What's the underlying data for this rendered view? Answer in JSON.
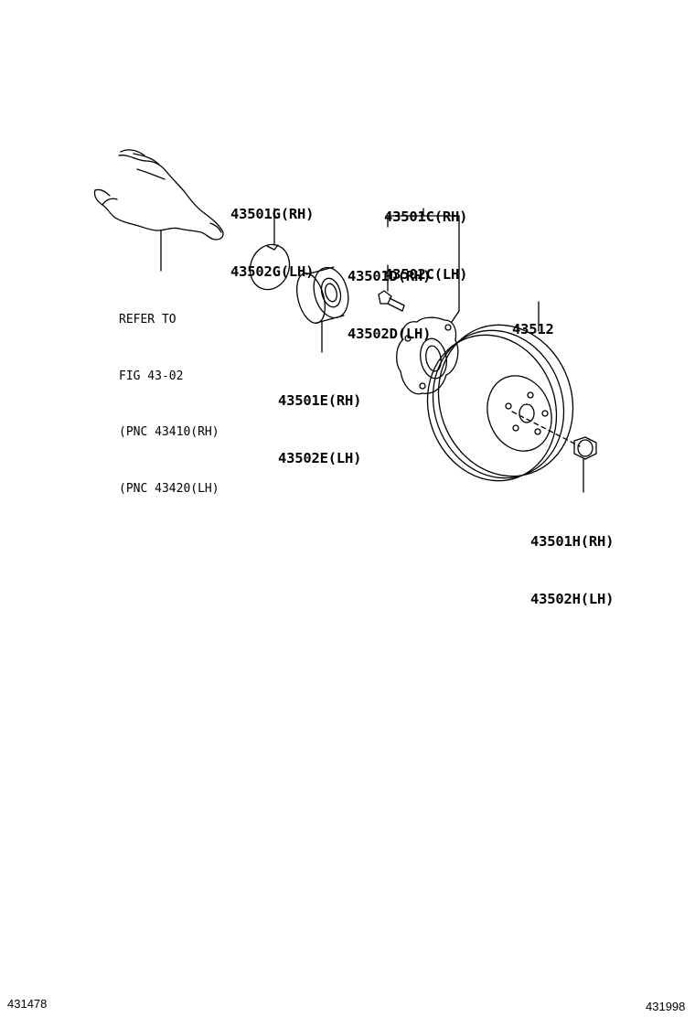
{
  "callouts": {
    "snap_ring": {
      "rh": "43501G(RH)",
      "lh": "43502G(LH)"
    },
    "hub": {
      "rh": "43501C(RH)",
      "lh": "43502C(LH)"
    },
    "hub_bolt": {
      "rh": "43501D(RH)",
      "lh": "43502D(LH)"
    },
    "disc": {
      "part": "43512"
    },
    "bearing": {
      "rh": "43501E(RH)",
      "lh": "43502E(LH)"
    },
    "nut": {
      "rh": "43501H(RH)",
      "lh": "43502H(LH)"
    }
  },
  "reference_note": {
    "line1": "REFER TO",
    "line2": "FIG 43-02",
    "line3": "(PNC 43410(RH)",
    "line4": "(PNC 43420(LH)"
  },
  "footer": {
    "left_id": "431478",
    "right_id": "431998"
  }
}
